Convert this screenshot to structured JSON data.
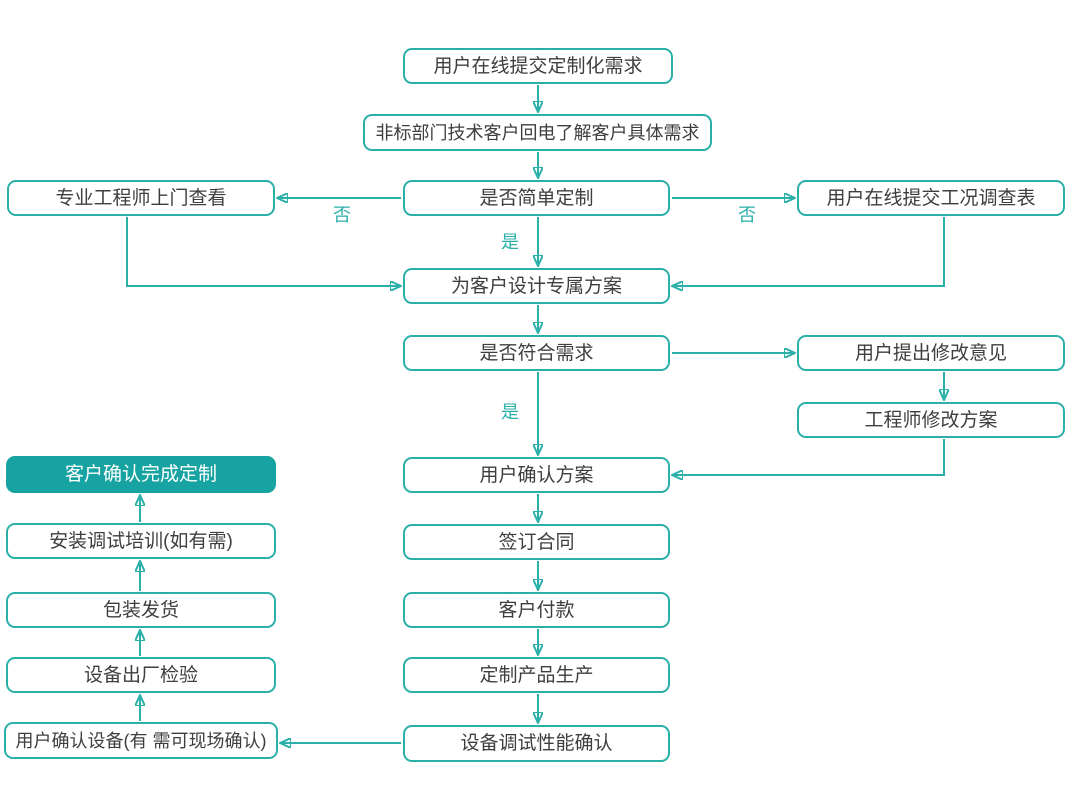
{
  "diagram_type": "flowchart",
  "colors": {
    "accent": "#2AAFA9",
    "filled_node": "#16A3A1",
    "node_text": "#3E3E3E",
    "filled_node_text": "#FFFFFF",
    "background": "#FFFFFF"
  },
  "nodes": [
    {
      "id": "submit-request",
      "label": "用户在线提交定制化需求",
      "type": "start"
    },
    {
      "id": "callback",
      "label": "非标部门技术客户回电了解客户具体需求",
      "type": "process"
    },
    {
      "id": "is-simple-custom",
      "label": "是否简单定制",
      "type": "decision"
    },
    {
      "id": "engineer-visit",
      "label": "专业工程师上门查看",
      "type": "process"
    },
    {
      "id": "submit-survey",
      "label": "用户在线提交工况调查表",
      "type": "process"
    },
    {
      "id": "design-plan",
      "label": "为客户设计专属方案",
      "type": "process"
    },
    {
      "id": "meets-needs",
      "label": "是否符合需求",
      "type": "decision"
    },
    {
      "id": "feedback",
      "label": "用户提出修改意见",
      "type": "process"
    },
    {
      "id": "engineer-revise",
      "label": "工程师修改方案",
      "type": "process"
    },
    {
      "id": "confirm-plan",
      "label": "用户确认方案",
      "type": "process"
    },
    {
      "id": "custom-complete",
      "label": "客户确认完成定制",
      "type": "end-filled"
    },
    {
      "id": "sign-contract",
      "label": "签订合同",
      "type": "process"
    },
    {
      "id": "install-training",
      "label": "安装调试培训(如有需)",
      "type": "process"
    },
    {
      "id": "payment",
      "label": "客户付款",
      "type": "process"
    },
    {
      "id": "packing-shipping",
      "label": "包装发货",
      "type": "process"
    },
    {
      "id": "production",
      "label": "定制产品生产",
      "type": "process"
    },
    {
      "id": "factory-inspection",
      "label": "设备出厂检验",
      "type": "process"
    },
    {
      "id": "debug-confirm",
      "label": "设备调试性能确认",
      "type": "process"
    },
    {
      "id": "user-confirm-device",
      "label": "用户确认设备(有 需可现场确认)",
      "type": "process"
    }
  ],
  "edge_labels": {
    "no_left": "否",
    "no_right": "否",
    "yes_upper": "是",
    "yes_lower": "是"
  }
}
